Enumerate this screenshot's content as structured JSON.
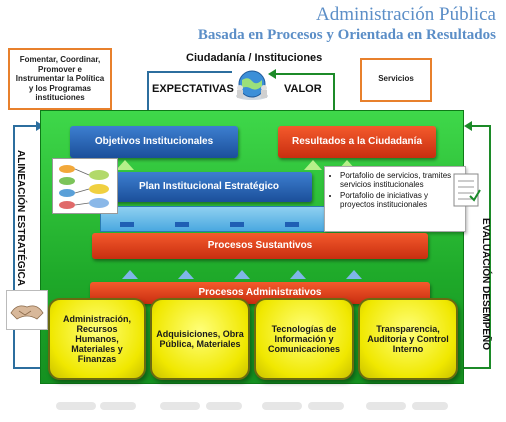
{
  "header": {
    "title": "Administración Pública",
    "subtitle": "Basada en Procesos y Orientada en Resultados"
  },
  "top": {
    "callout_left": "Fomentar, Coordinar, Promover e Instrumentar la Política y los Programas instituciones",
    "ciudadania": "Ciudadanía / Instituciones",
    "expectativas": "EXPECTATIVAS",
    "valor": "VALOR",
    "callout_right": "Servicios"
  },
  "blocks": {
    "objetivos": "Objetivos Institucionales",
    "resultados": "Resultados a la Ciudadanía",
    "plan": "Plan Institucional Estratégico",
    "sustantivos": "Procesos Sustantivos",
    "administrativos": "Procesos Administrativos"
  },
  "portfolio": {
    "items": [
      "Portafolio de servicios, tramites y servicios institucionales",
      "Portafolio de iniciativas y proyectos institucionales"
    ]
  },
  "pillars": [
    "Administración, Recursos Humanos, Materiales y Finanzas",
    "Adquisiciones, Obra Pública, Materiales",
    "Tecnologías de Información y Comunicaciones",
    "Transparencia, Auditoria y Control Interno"
  ],
  "side": {
    "left": "ALINEACIÓN ESTRATÉGICA",
    "right": "EVALUACIÓN DESEMPEÑO"
  },
  "colors": {
    "title": "#5b8ec7",
    "green": "#22b02e",
    "blue": "#1b4f9a",
    "red": "#d8391a",
    "yellow": "#f0e800",
    "callout_border": "#e8802c"
  }
}
